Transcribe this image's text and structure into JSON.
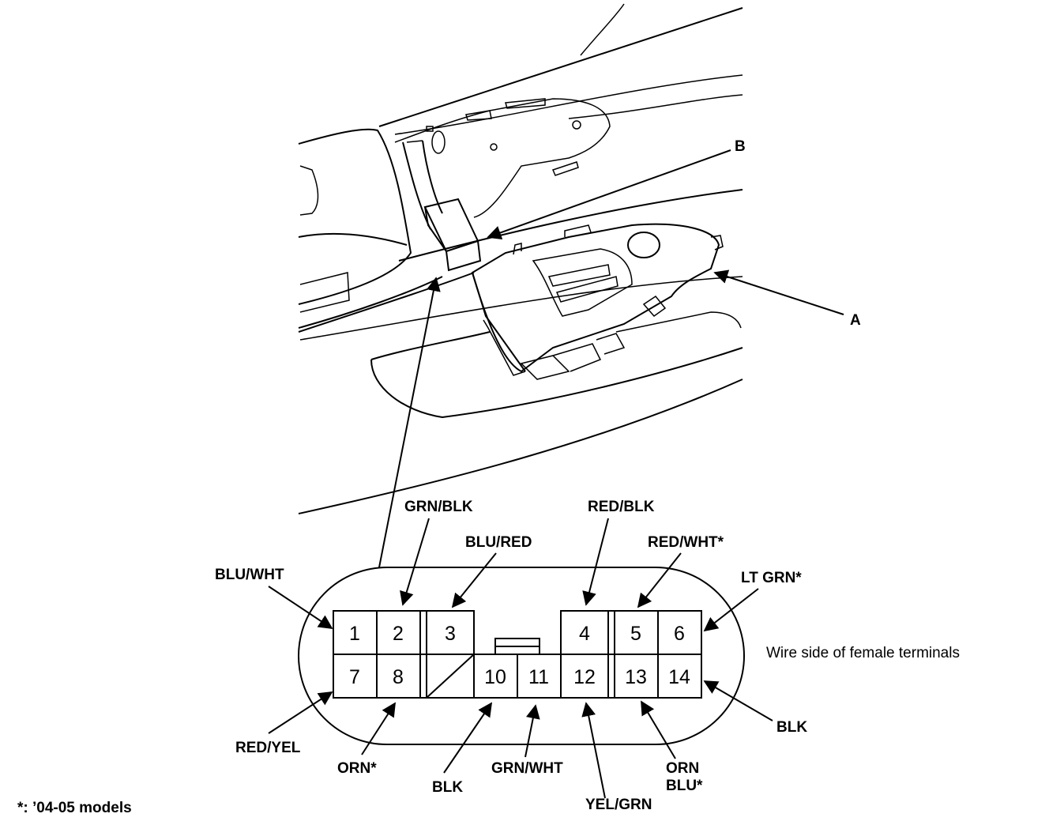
{
  "callouts": {
    "a": "A",
    "b": "B"
  },
  "connector": {
    "terminals": [
      "1",
      "2",
      "3",
      "4",
      "5",
      "6",
      "7",
      "8",
      "10",
      "11",
      "12",
      "13",
      "14"
    ],
    "description": "Wire side of female terminals"
  },
  "wires": {
    "t1": "BLU/WHT",
    "t2": "GRN/BLK",
    "t3": "BLU/RED",
    "t4": "RED/BLK",
    "t5": "RED/WHT*",
    "t6": "LT GRN*",
    "t7": "RED/YEL",
    "t8": "ORN*",
    "t10": "BLK",
    "t11": "GRN/WHT",
    "t12": "YEL/GRN",
    "t13_line1": "ORN",
    "t13_line2": "BLU*",
    "t14": "BLK"
  },
  "footnote": "*: ’04-05 models"
}
